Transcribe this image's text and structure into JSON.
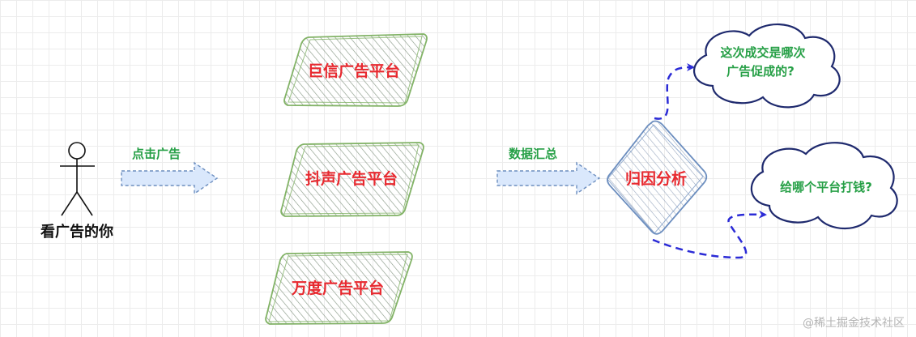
{
  "actor": {
    "label": "看广告的你"
  },
  "flow_labels": {
    "click_ad": "点击广告",
    "data_aggregate": "数据汇总"
  },
  "platforms": [
    {
      "label": "巨信广告平台"
    },
    {
      "label": "抖声广告平台"
    },
    {
      "label": "万度广告平台"
    }
  ],
  "attribution": {
    "label": "归因分析"
  },
  "questions": {
    "q1_line1": "这次成交是哪次",
    "q1_line2": "广告促成的?",
    "q2": "给哪个平台打钱?"
  },
  "watermark": "@稀土掘金技术社区",
  "colors": {
    "platform_border": "#82b366",
    "platform_hatch": "#8a9a88",
    "diamond_border": "#6c8ebf",
    "arrow_fill": "#dae8fc",
    "arrow_border": "#6c8ebf",
    "cloud_border": "#1f2a6e",
    "dashed_connector": "#2b2bd6",
    "label_red": "#e8292f",
    "label_green": "#27a047"
  }
}
